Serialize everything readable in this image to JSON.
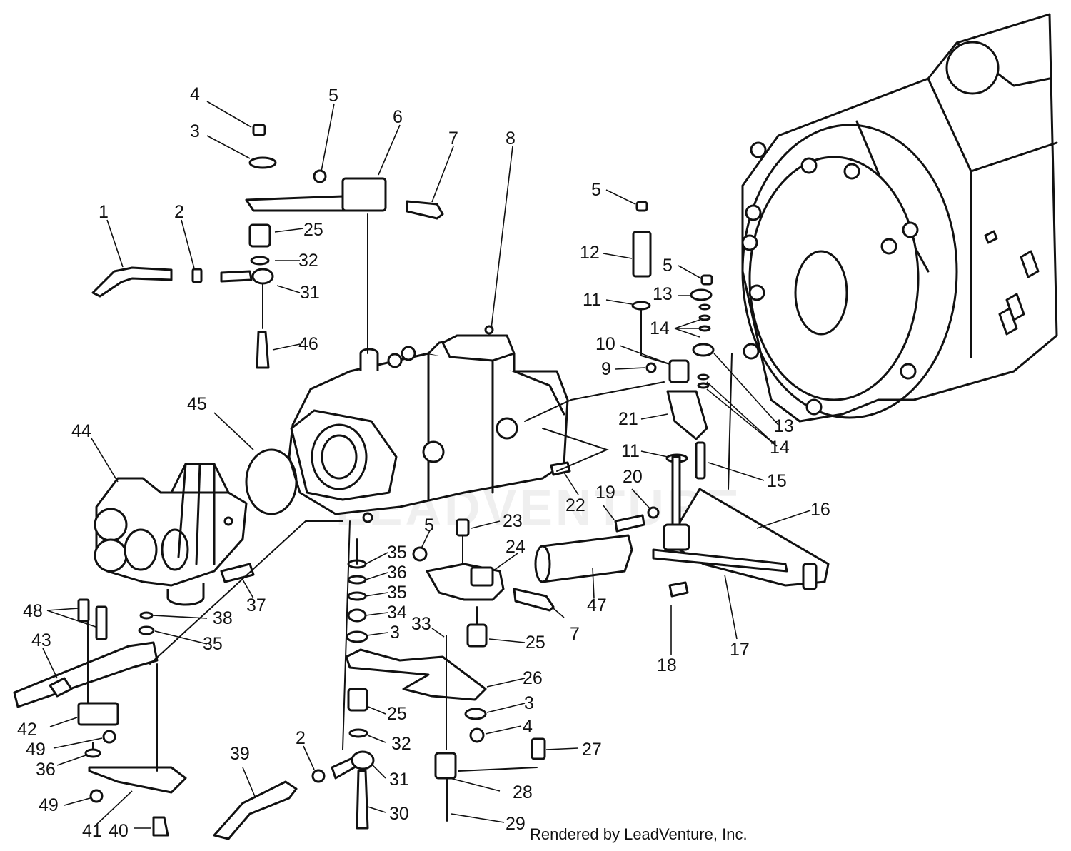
{
  "diagram": {
    "watermark": "LEADVENTURE",
    "credit": "Rendered by LeadVenture, Inc.",
    "callouts": [
      {
        "id": "c1",
        "text": "1"
      },
      {
        "id": "c2a",
        "text": "2"
      },
      {
        "id": "c3a",
        "text": "3"
      },
      {
        "id": "c4a",
        "text": "4"
      },
      {
        "id": "c5a",
        "text": "5"
      },
      {
        "id": "c6",
        "text": "6"
      },
      {
        "id": "c7a",
        "text": "7"
      },
      {
        "id": "c8",
        "text": "8"
      },
      {
        "id": "c25a",
        "text": "25"
      },
      {
        "id": "c32a",
        "text": "32"
      },
      {
        "id": "c31a",
        "text": "31"
      },
      {
        "id": "c46",
        "text": "46"
      },
      {
        "id": "c45",
        "text": "45"
      },
      {
        "id": "c44",
        "text": "44"
      },
      {
        "id": "c5b",
        "text": "5"
      },
      {
        "id": "c12",
        "text": "12"
      },
      {
        "id": "c11a",
        "text": "11"
      },
      {
        "id": "c5c",
        "text": "5"
      },
      {
        "id": "c13a",
        "text": "13"
      },
      {
        "id": "c14a",
        "text": "14"
      },
      {
        "id": "c10",
        "text": "10"
      },
      {
        "id": "c9",
        "text": "9"
      },
      {
        "id": "c13b",
        "text": "13"
      },
      {
        "id": "c14b",
        "text": "14"
      },
      {
        "id": "c21",
        "text": "21"
      },
      {
        "id": "c11b",
        "text": "11"
      },
      {
        "id": "c15",
        "text": "15"
      },
      {
        "id": "c20",
        "text": "20"
      },
      {
        "id": "c19",
        "text": "19"
      },
      {
        "id": "c22",
        "text": "22"
      },
      {
        "id": "c16",
        "text": "16"
      },
      {
        "id": "c5d",
        "text": "5"
      },
      {
        "id": "c23",
        "text": "23"
      },
      {
        "id": "c24",
        "text": "24"
      },
      {
        "id": "c35a",
        "text": "35"
      },
      {
        "id": "c36a",
        "text": "36"
      },
      {
        "id": "c35b",
        "text": "35"
      },
      {
        "id": "c34",
        "text": "34"
      },
      {
        "id": "c3b",
        "text": "3"
      },
      {
        "id": "c33",
        "text": "33"
      },
      {
        "id": "c7b",
        "text": "7"
      },
      {
        "id": "c47",
        "text": "47"
      },
      {
        "id": "c17",
        "text": "17"
      },
      {
        "id": "c18",
        "text": "18"
      },
      {
        "id": "c37",
        "text": "37"
      },
      {
        "id": "c48",
        "text": "48"
      },
      {
        "id": "c38",
        "text": "38"
      },
      {
        "id": "c35c",
        "text": "35"
      },
      {
        "id": "c43",
        "text": "43"
      },
      {
        "id": "c25b",
        "text": "25"
      },
      {
        "id": "c26",
        "text": "26"
      },
      {
        "id": "c3c",
        "text": "3"
      },
      {
        "id": "c25c",
        "text": "25"
      },
      {
        "id": "c4b",
        "text": "4"
      },
      {
        "id": "c32b",
        "text": "32"
      },
      {
        "id": "c27",
        "text": "27"
      },
      {
        "id": "c42",
        "text": "42"
      },
      {
        "id": "c49a",
        "text": "49"
      },
      {
        "id": "c36b",
        "text": "36"
      },
      {
        "id": "c39",
        "text": "39"
      },
      {
        "id": "c2b",
        "text": "2"
      },
      {
        "id": "c31b",
        "text": "31"
      },
      {
        "id": "c28",
        "text": "28"
      },
      {
        "id": "c49b",
        "text": "49"
      },
      {
        "id": "c30",
        "text": "30"
      },
      {
        "id": "c41",
        "text": "41"
      },
      {
        "id": "c40",
        "text": "40"
      },
      {
        "id": "c29",
        "text": "29"
      }
    ]
  }
}
